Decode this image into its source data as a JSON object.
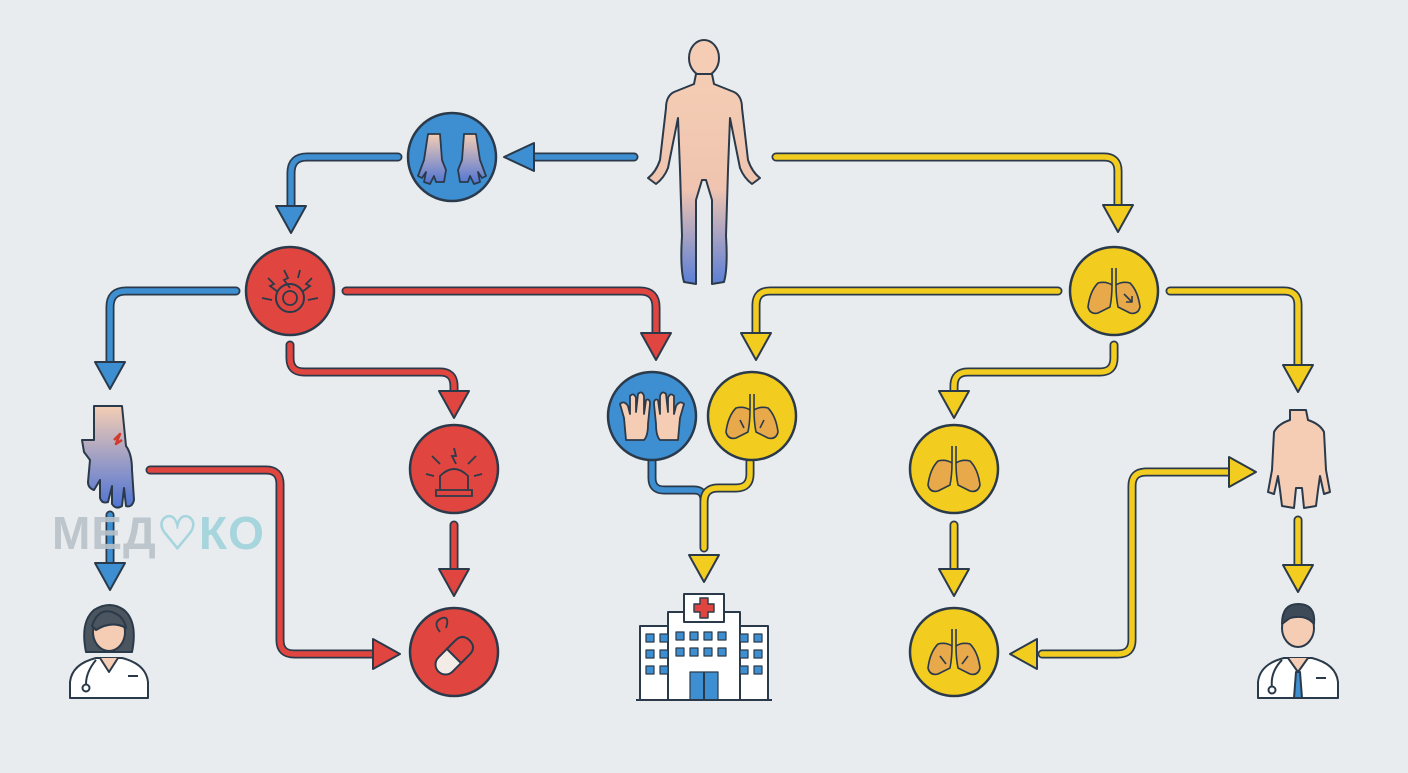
{
  "watermark": {
    "prefix": "МЕД",
    "suffix": "КО"
  },
  "colors": {
    "background": "#e9ecef",
    "blue": "#3d8fd1",
    "red": "#e0463f",
    "yellow": "#f2cd1f",
    "outline": "#2b3a4a",
    "skin": "#f4cdb4"
  },
  "nodes": [
    {
      "id": "human-body",
      "icon": "human-body-icon"
    },
    {
      "id": "cold-hands",
      "icon": "blue-hands-icon",
      "color": "blue"
    },
    {
      "id": "pain",
      "icon": "pain-burst-icon",
      "color": "red"
    },
    {
      "id": "injured-hand",
      "icon": "injured-hand-icon"
    },
    {
      "id": "alarm",
      "icon": "siren-icon",
      "color": "red"
    },
    {
      "id": "pill",
      "icon": "pill-icon",
      "color": "red"
    },
    {
      "id": "female-doctor",
      "icon": "female-doctor-icon"
    },
    {
      "id": "raised-hands",
      "icon": "raised-hands-icon",
      "color": "blue"
    },
    {
      "id": "lungs-center",
      "icon": "lungs-icon",
      "color": "yellow"
    },
    {
      "id": "hospital",
      "icon": "hospital-icon"
    },
    {
      "id": "lungs-top",
      "icon": "lungs-icon",
      "color": "yellow"
    },
    {
      "id": "lungs-mid",
      "icon": "lungs-icon",
      "color": "yellow"
    },
    {
      "id": "lungs-bottom",
      "icon": "lungs-icon",
      "color": "yellow"
    },
    {
      "id": "torso",
      "icon": "torso-icon"
    },
    {
      "id": "male-doctor",
      "icon": "male-doctor-icon"
    }
  ]
}
